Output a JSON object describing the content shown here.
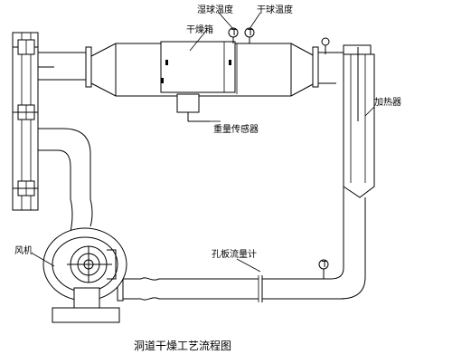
{
  "labels": {
    "wet_bulb_temp": "湿球温度",
    "dry_bulb_temp": "干球温度",
    "drying_chamber": "干燥箱",
    "weight_sensor": "重量传感器",
    "heater": "加热器",
    "fan": "风机",
    "orifice_flowmeter": "孔板流量计"
  },
  "caption": "洞道干燥工艺流程图"
}
